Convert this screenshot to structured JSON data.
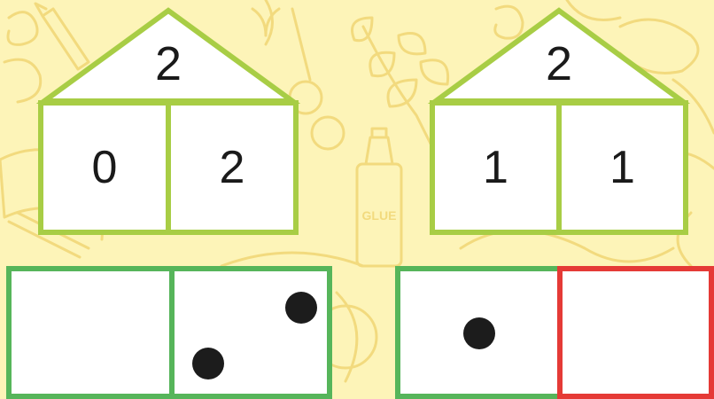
{
  "houses": [
    {
      "top": "2",
      "left": "0",
      "right": "2"
    },
    {
      "top": "2",
      "left": "1",
      "right": "1"
    }
  ],
  "dominoes": [
    {
      "left_dots": 0,
      "right_dots": 2,
      "state": "correct"
    },
    {
      "left_dots": 1,
      "right_dots": 0,
      "state": "incorrect-right"
    }
  ],
  "colors": {
    "house_outline": "#a8cd45",
    "domino_correct": "#56b55a",
    "domino_error": "#e53a36",
    "background": "#fdf4b8",
    "doodles": "#f2da7e"
  },
  "icons": {
    "background_doodles": "school-supplies-pattern",
    "glue": "glue-bottle-icon"
  },
  "glue_label": "GLUE"
}
